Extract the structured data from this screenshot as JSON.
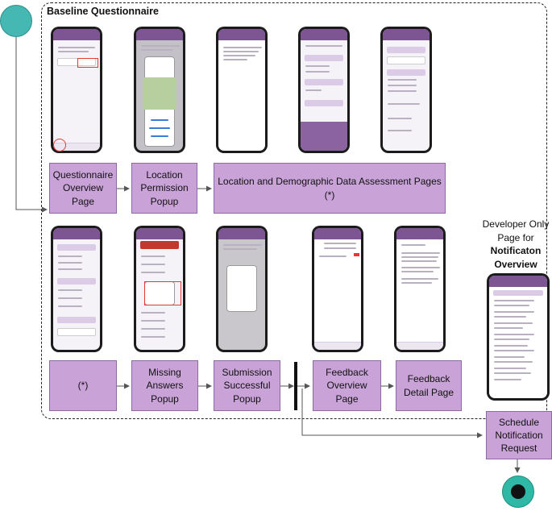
{
  "frame": {
    "title": "Baseline Questionnaire"
  },
  "boxes": {
    "questionnaire_overview": "Questionnaire Overview Page",
    "location_permission": "Location Permission Popup",
    "location_demographic": "Location and Demographic Data Assessment Pages (*)",
    "asterisk": "(*)",
    "missing_answers": "Missing Answers Popup",
    "submission_successful": "Submission Successful Popup",
    "feedback_overview": "Feedback Overview Page",
    "feedback_detail": "Feedback Detail Page",
    "schedule_notification": "Schedule Notification Request"
  },
  "developer": {
    "line1": "Developer Only",
    "line2": "Page for",
    "line3": "Notificaton",
    "line4": "Overview"
  },
  "colors": {
    "box_fill": "#c9a3d8",
    "start_circle": "#45b8b3",
    "end_circle": "#2fb8a6",
    "highlight": "#e53935"
  }
}
